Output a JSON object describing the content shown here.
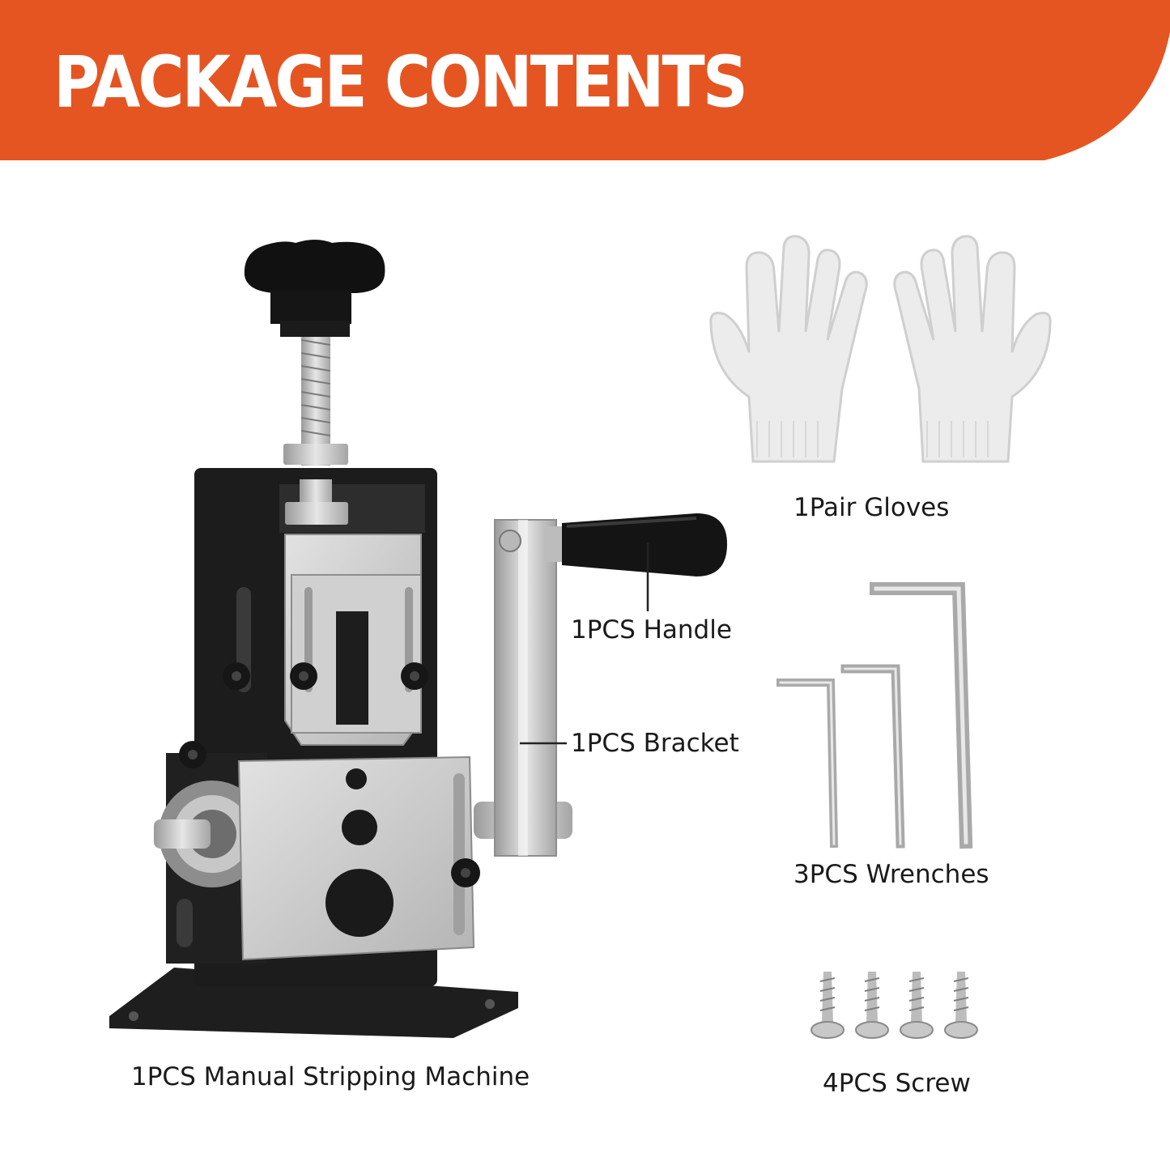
{
  "header": {
    "title": "PACKAGE CONTENTS",
    "band_color": "#e55522",
    "title_color": "#ffffff"
  },
  "items": {
    "machine": {
      "label": "1PCS Manual Stripping Machine",
      "icon": "wire-stripping-machine-icon"
    },
    "handle": {
      "label": "1PCS Handle",
      "icon": "crank-handle-icon"
    },
    "bracket": {
      "label": "1PCS Bracket",
      "icon": "bracket-arm-icon"
    },
    "gloves": {
      "label": "1Pair Gloves",
      "icon": "glove-icon"
    },
    "wrenches": {
      "label": "3PCS Wrenches",
      "icon": "hex-key-icon"
    },
    "screws": {
      "label": "4PCS Screw",
      "icon": "screw-icon"
    }
  },
  "colors": {
    "metal": "#c9c9c9",
    "frame": "#222222",
    "glove": "#efefef"
  }
}
